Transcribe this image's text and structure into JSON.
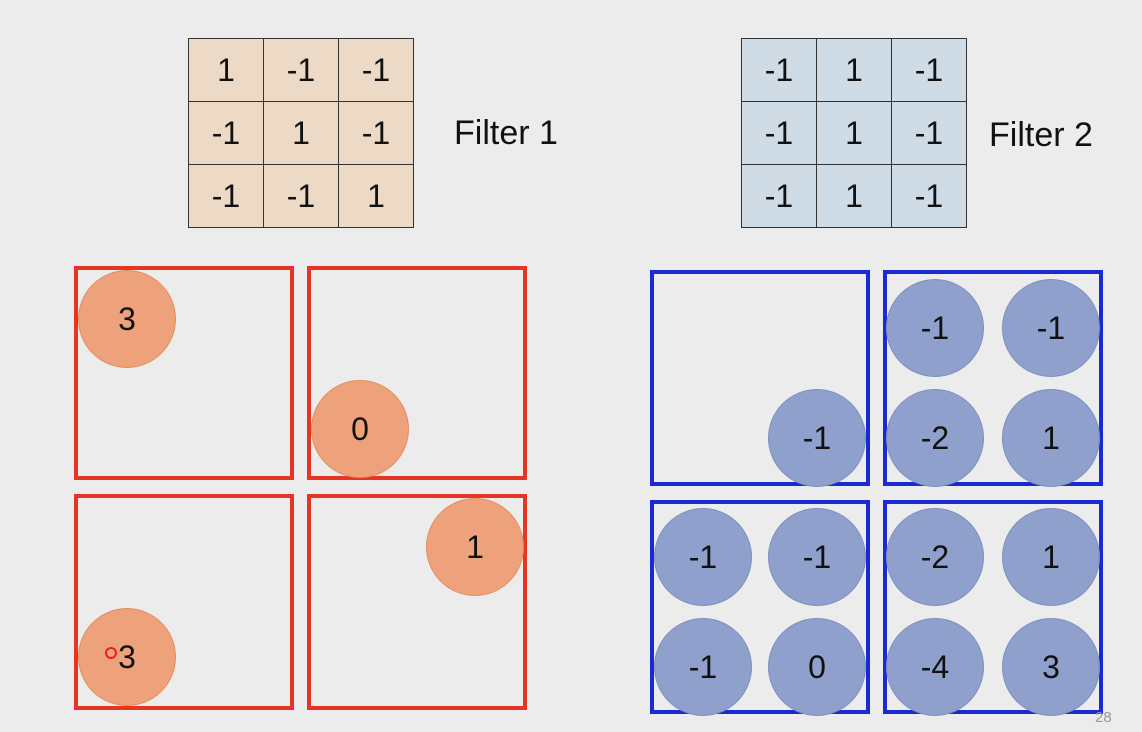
{
  "filter1": {
    "label": "Filter 1",
    "cells": [
      [
        "1",
        "-1",
        "-1"
      ],
      [
        "-1",
        "1",
        "-1"
      ],
      [
        "-1",
        "-1",
        "1"
      ]
    ]
  },
  "filter2": {
    "label": "Filter 2",
    "cells": [
      [
        "-1",
        "1",
        "-1"
      ],
      [
        "-1",
        "1",
        "-1"
      ],
      [
        "-1",
        "1",
        "-1"
      ]
    ]
  },
  "filter1_max": {
    "top_left": [
      "3"
    ],
    "top_right": [
      "0"
    ],
    "bottom_left": [
      "3"
    ],
    "bottom_right": [
      "1"
    ]
  },
  "filter2_max": {
    "top_left": [
      "-1"
    ],
    "top_right": [
      "-1",
      "-1",
      "-2",
      "1"
    ],
    "bottom_left": [
      "-1",
      "-1",
      "-1",
      "0"
    ],
    "bottom_right": [
      "-2",
      "1",
      "-4",
      "3"
    ]
  },
  "page_number": "28",
  "colors": {
    "filter1_cell": "#ecd9c6",
    "filter2_cell": "#cfdce6",
    "red_border": "#e53624",
    "blue_border": "#1a2ad2",
    "orange_circle": "#eea27b",
    "blue_circle": "#8ea0cb"
  }
}
